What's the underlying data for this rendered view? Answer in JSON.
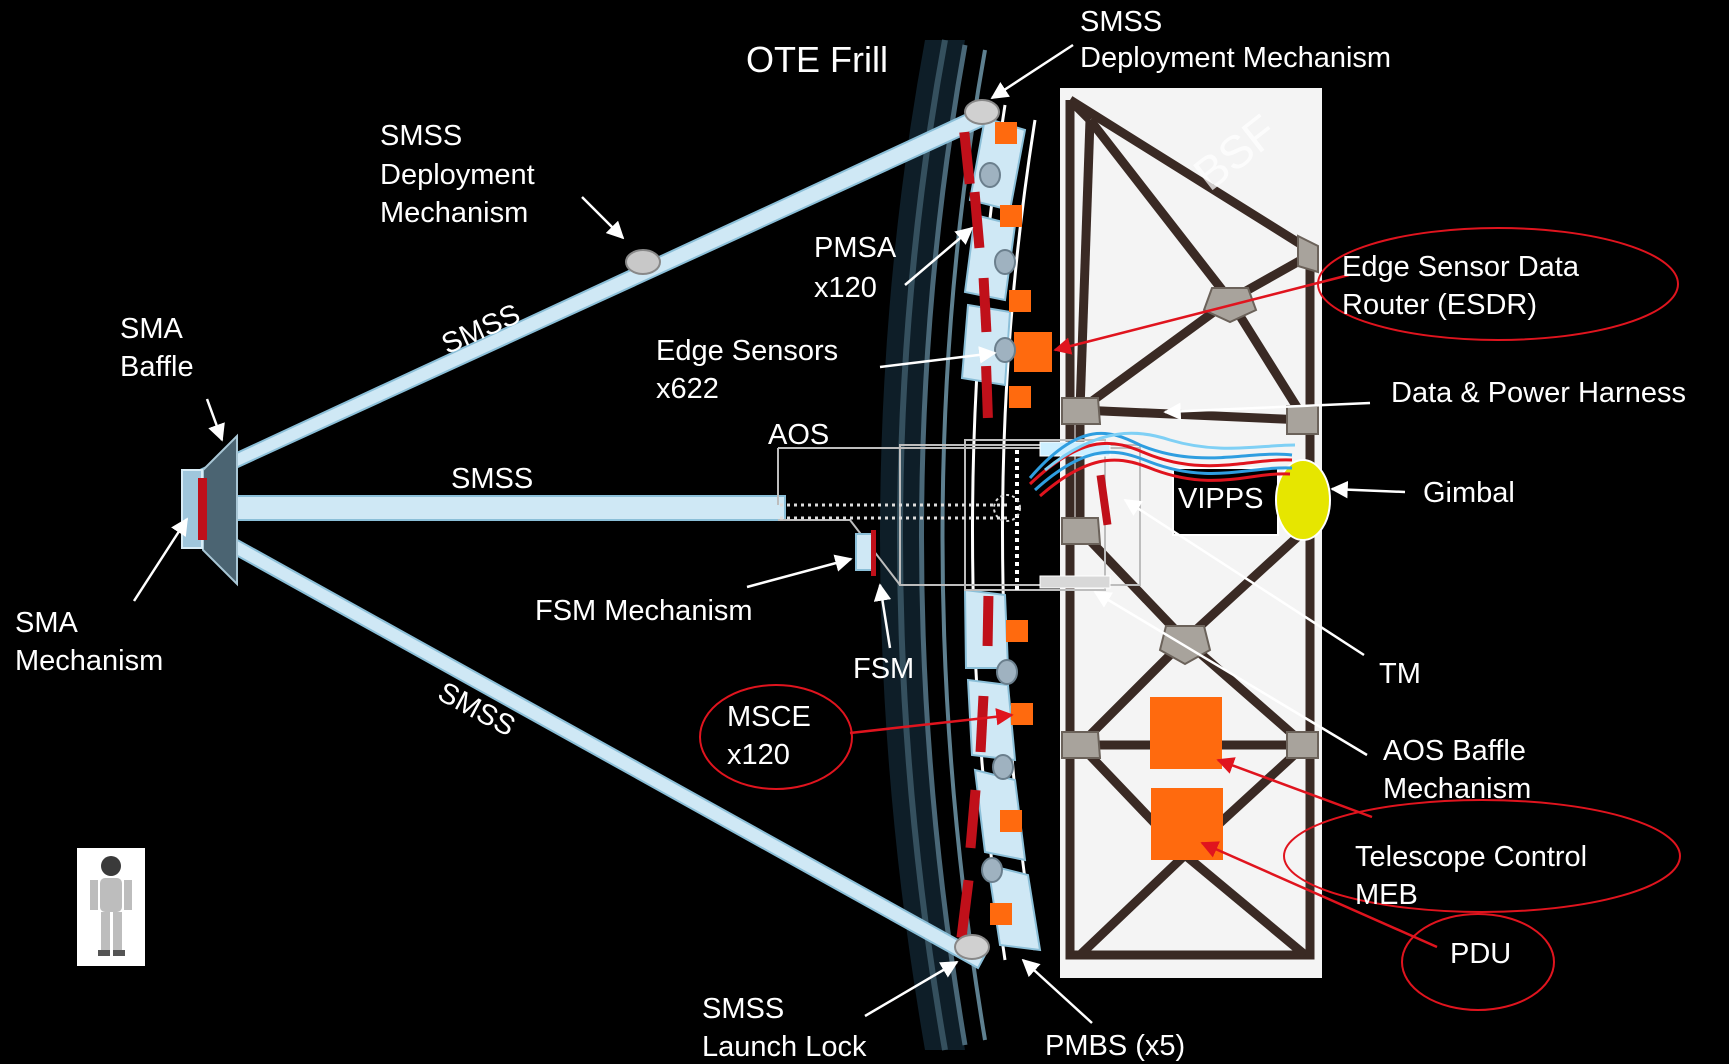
{
  "labels": {
    "smss_deploy_top": [
      "SMSS",
      "Deployment Mechanism"
    ],
    "ote_frill": "OTE Frill",
    "smss_deploy_left": [
      "SMSS",
      "Deployment",
      "Mechanism"
    ],
    "pmsa": [
      "PMSA",
      "x120"
    ],
    "sma_baffle": [
      "SMA",
      "Baffle"
    ],
    "edge_sensors": [
      "Edge Sensors",
      "x622"
    ],
    "esdr": [
      "Edge Sensor Data",
      "Router (ESDR)"
    ],
    "data_power": "Data & Power Harness",
    "aos": "AOS",
    "smss_upper": "SMSS",
    "smss_mid": "SMSS",
    "smss_lower": "SMSS",
    "vipps": "VIPPS",
    "gimbal": "Gimbal",
    "sma_mech": [
      "SMA",
      "Mechanism"
    ],
    "fsm_mech": "FSM Mechanism",
    "fsm": "FSM",
    "tm": "TM",
    "msce": [
      "MSCE",
      "x120"
    ],
    "aos_baffle": [
      "AOS Baffle",
      "Mechanism"
    ],
    "bsf": "BSF",
    "tcm": [
      "Telescope Control",
      "MEB"
    ],
    "pdu": "PDU",
    "smss_launch": [
      "SMSS",
      "Launch Lock"
    ],
    "pmbs": "PMBS (x5)"
  },
  "icons": {
    "astronaut": "astronaut-icon"
  },
  "colors": {
    "background": "#000000",
    "strut_fill": "#cfe8f5",
    "strut_edge": "#8bbfd8",
    "electronics": "#ff6a0e",
    "actuator": "#c0101a",
    "highlight": "#e0141e",
    "gimbal": "#e6e600",
    "bsf_panel": "#f4f4f4",
    "bsf_truss": "#3a2a24"
  }
}
